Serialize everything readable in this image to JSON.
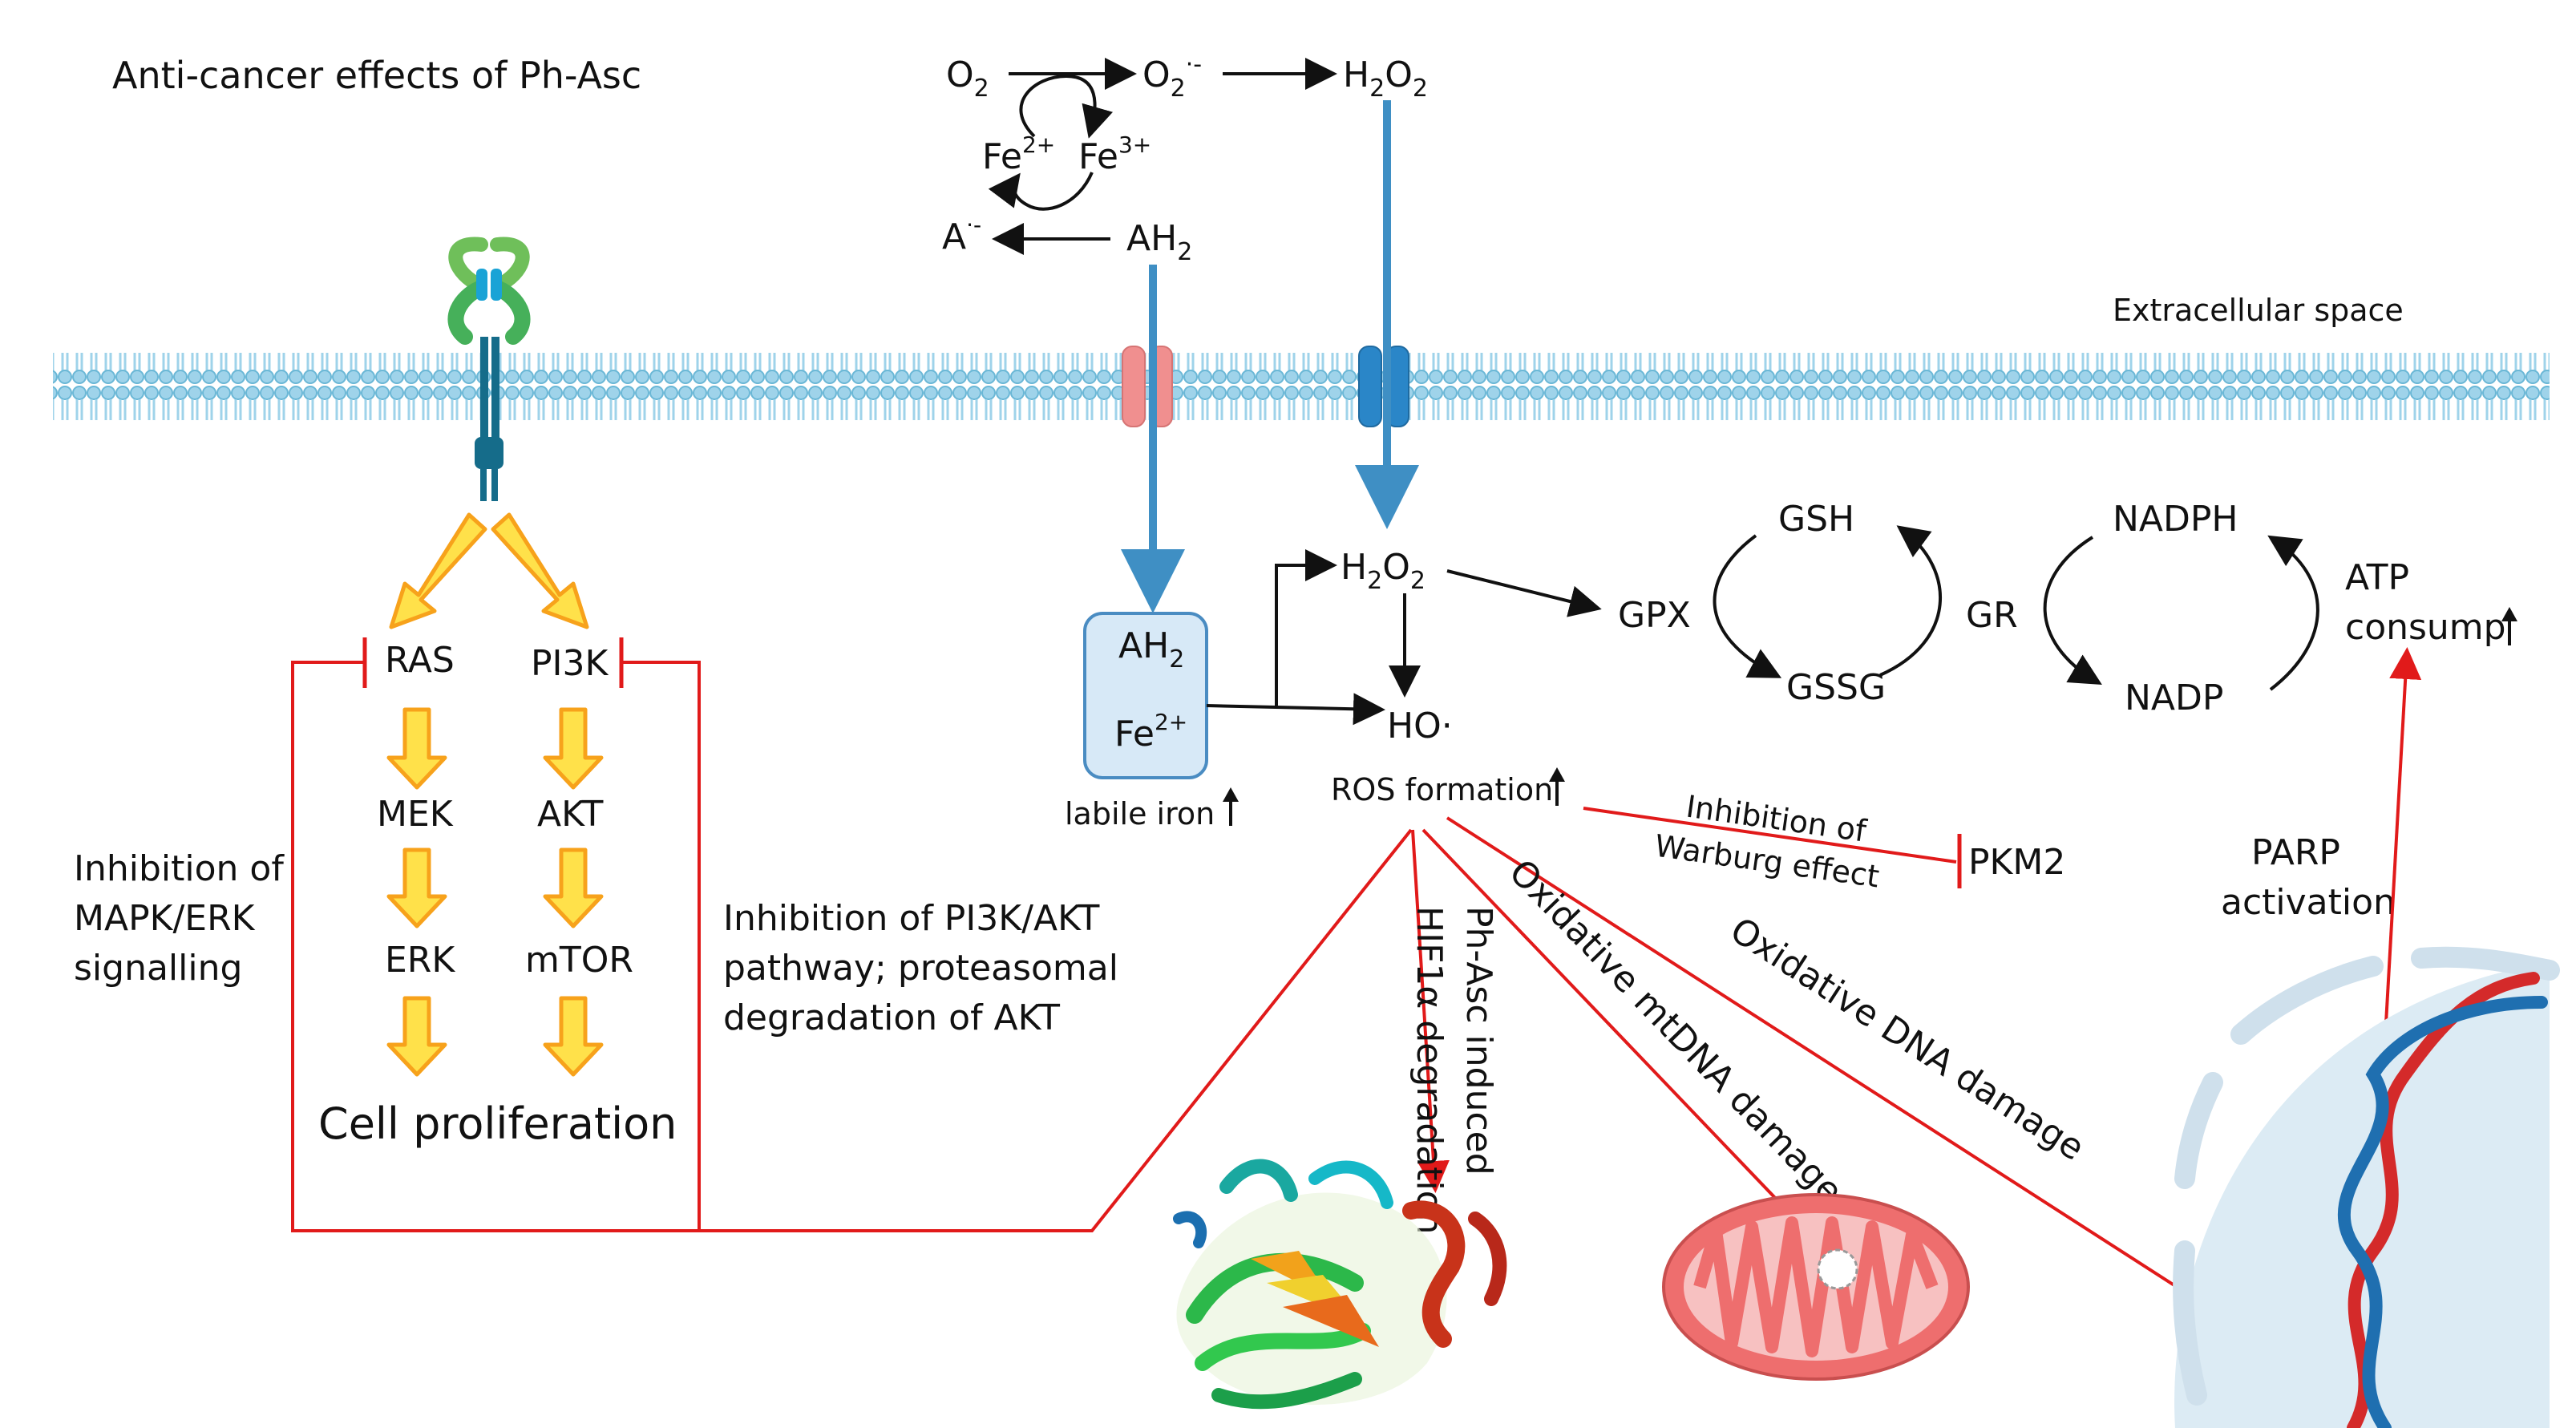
{
  "title": "Anti-cancer effects of Ph-Asc",
  "extracellular_label": "Extracellular space",
  "top_reaction": {
    "o2": {
      "base": "O",
      "sub": "2"
    },
    "superoxide": {
      "base": "O",
      "sub": "2",
      "sup": "·-"
    },
    "h2o2_top": {
      "base": "H",
      "sub1": "2",
      "mid": "O",
      "sub2": "2"
    },
    "fe2": {
      "base": "Fe",
      "sup": "2+"
    },
    "fe3": {
      "base": "Fe",
      "sup": "3+"
    },
    "a_minus": {
      "base": "A",
      "sup": "·-"
    },
    "ah2": {
      "base": "AH",
      "sub": "2"
    }
  },
  "pathway": {
    "ras": "RAS",
    "mek": "MEK",
    "erk": "ERK",
    "pi3k": "PI3K",
    "akt": "AKT",
    "mtor": "mTOR",
    "proliferation": "Cell proliferation"
  },
  "mapk_inhibition": [
    "Inhibition of",
    "MAPK/ERK",
    "signalling"
  ],
  "pi3k_inhibition": [
    "Inhibition of PI3K/AKT",
    "pathway; proteasomal",
    "degradation of AKT"
  ],
  "cell_box": {
    "ah2": {
      "base": "AH",
      "sub": "2"
    },
    "fe2": {
      "base": "Fe",
      "sup": "2+"
    }
  },
  "labile_iron": "labile iron",
  "h2o2_inner": {
    "base": "H",
    "sub1": "2",
    "mid": "O",
    "sub2": "2"
  },
  "hydroxyl": "HO·",
  "ros_formation": "ROS formation",
  "redox": {
    "gsh": "GSH",
    "gpx": "GPX",
    "gssg": "GSSG",
    "gr": "GR",
    "nadph": "NADPH",
    "nadp": "NADP",
    "atp": [
      "ATP",
      "consump"
    ]
  },
  "warburg": [
    "Inhibition of",
    "Warburg effect"
  ],
  "pkm2": "PKM2",
  "parp": [
    "PARP",
    "activation"
  ],
  "hif": [
    "Ph-Asc induced",
    "HIF1α degradation"
  ],
  "mtdna_damage": "Oxidative mtDNA damage",
  "dna_damage": "Oxidative DNA damage",
  "colors": {
    "membrane": "#9fd3ea",
    "membrane_dark": "#6ab7d6",
    "channel_red": "#f08f8f",
    "channel_blue": "#2a86c8",
    "transport_line": "#3f8fc4",
    "inhibit_red": "#e11a1a",
    "arrow_orange": "#f7a21b",
    "arrow_yellow": "#ffe14a",
    "mito": "#ee6e6e",
    "nucleus": "#dcebf4",
    "dna_red": "#d42a2a",
    "dna_blue": "#1f6fb0",
    "box_fill": "#d7e9f7",
    "box_stroke": "#4a8cc2"
  }
}
